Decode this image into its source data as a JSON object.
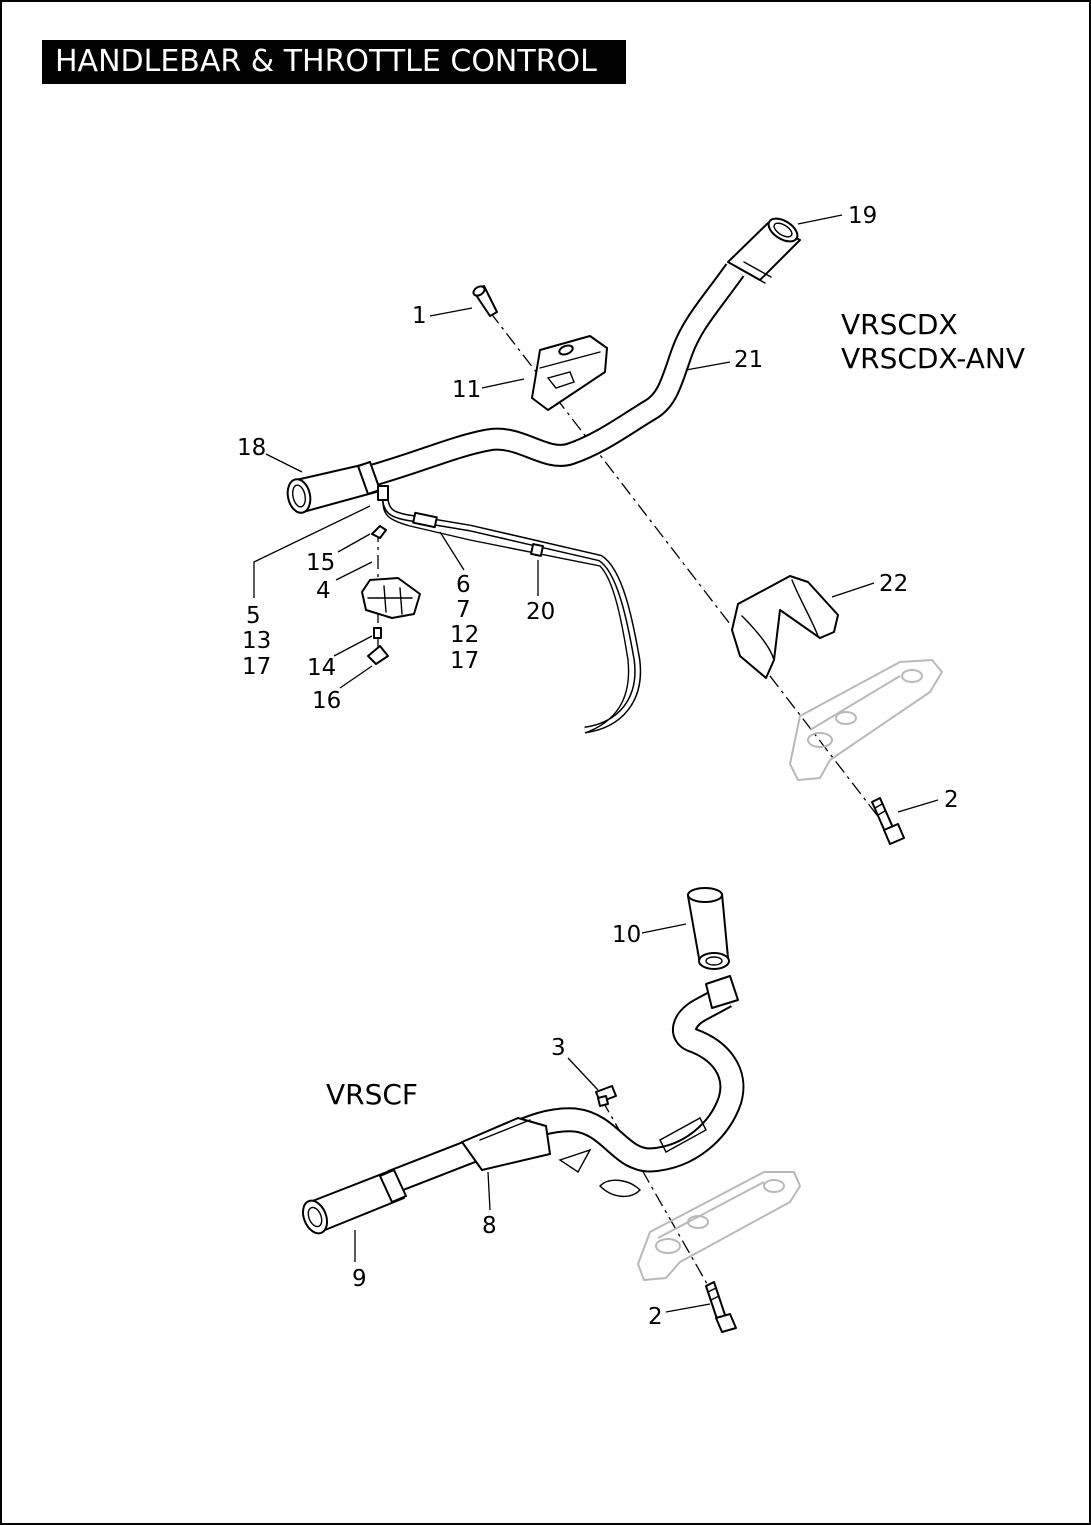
{
  "title": "HANDLEBAR & THROTTLE CONTROL",
  "models": {
    "top": [
      "VRSCDX",
      "VRSCDX-ANV"
    ],
    "bottom": "VRSCF"
  },
  "callouts": {
    "c1": "1",
    "c2a": "2",
    "c2b": "2",
    "c3": "3",
    "c4": "4",
    "c5_13_17": [
      "5",
      "13",
      "17"
    ],
    "c6_7_12_17": [
      "6",
      "7",
      "12",
      "17"
    ],
    "c8": "8",
    "c9": "9",
    "c10": "10",
    "c11": "11",
    "c14": "14",
    "c15": "15",
    "c16": "16",
    "c18": "18",
    "c19": "19",
    "c20": "20",
    "c21": "21",
    "c22": "22"
  }
}
